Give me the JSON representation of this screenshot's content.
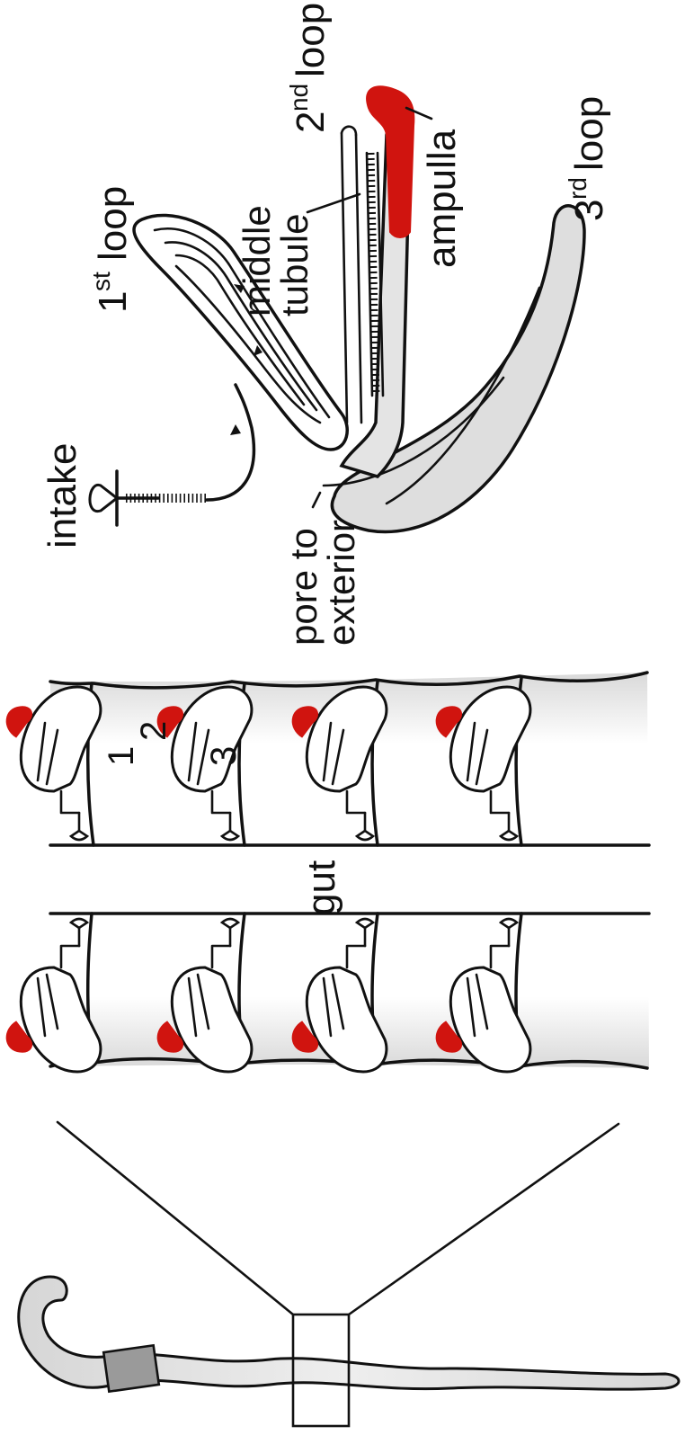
{
  "labels": {
    "intake": "intake",
    "first_loop_num": "1",
    "first_loop_sup": "st",
    "first_loop_word": "loop",
    "middle_tubule_line1": "middle",
    "middle_tubule_line2": "tubule",
    "second_loop_num": "2",
    "second_loop_sup": "nd",
    "second_loop_word": "loop",
    "ampulla": "ampulla",
    "third_loop_num": "3",
    "third_loop_sup": "rd",
    "third_loop_word": "loop",
    "pore_line1": "pore to",
    "pore_line2": "exterior",
    "gut": "gut",
    "seg_num_1": "1",
    "seg_num_2": "2",
    "seg_num_3": "3"
  },
  "colors": {
    "ampulla_red": "#d0140f",
    "body_gray": "#dcdcdc",
    "ink": "#111111"
  }
}
